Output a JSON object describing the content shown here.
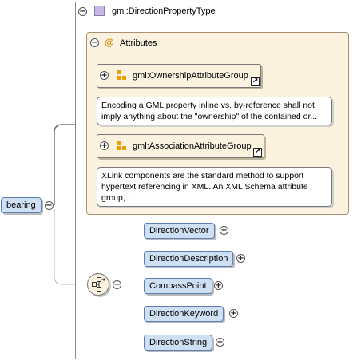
{
  "root_element": {
    "label": "bearing"
  },
  "complex_type": {
    "name": "gml:DirectionPropertyType"
  },
  "attributes": {
    "title": "Attributes",
    "groups": [
      {
        "name": "gml:OwnershipAttributeGroup",
        "doc": "Encoding a GML property inline vs. by-reference shall not imply anything about the \"ownership\" of the contained or..."
      },
      {
        "name": "gml:AssociationAttributeGroup",
        "doc": "XLink components are the standard method to support hypertext referencing in XML. An XML Schema attribute group,..."
      }
    ]
  },
  "choice_elements": [
    {
      "label": "DirectionVector"
    },
    {
      "label": "DirectionDescription"
    },
    {
      "label": "CompassPoint"
    },
    {
      "label": "DirectionKeyword"
    },
    {
      "label": "DirectionString"
    }
  ],
  "icons": {
    "collapse": "minus-circle-icon",
    "expand": "plus-circle-icon",
    "type": "complex-type-icon",
    "attribute": "at-sign-icon",
    "attribute_group": "attribute-group-icon",
    "reference": "reference-arrow-icon",
    "choice": "choice-compositor-icon"
  },
  "colors": {
    "element_fill": "#cfe0f5",
    "group_fill": "#fbf2e0",
    "accent_orange": "#e8a000",
    "type_icon": "#c8b8e6"
  }
}
